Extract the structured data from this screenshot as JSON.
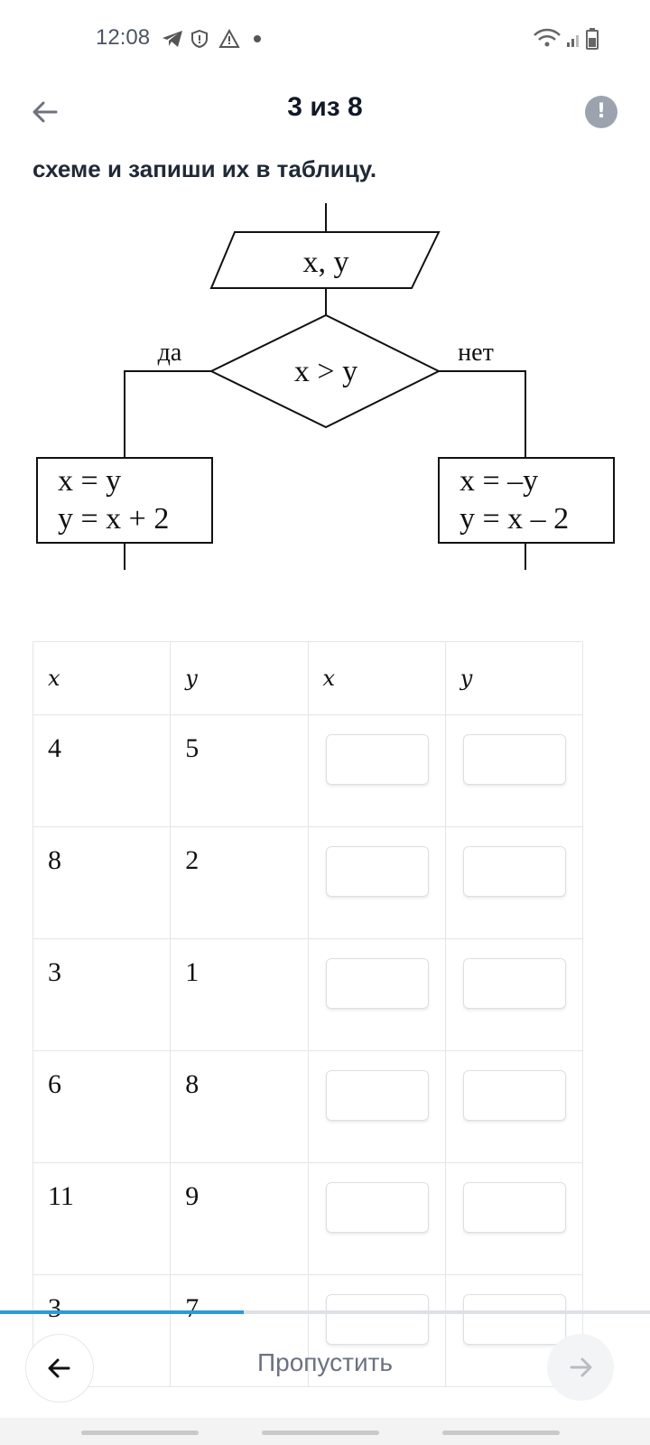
{
  "status_bar": {
    "time": "12:08"
  },
  "header": {
    "title": "3 из 8"
  },
  "question": {
    "instruction": "схеме и запиши их в таблицу."
  },
  "flowchart": {
    "input": "x, y",
    "condition": "x > y",
    "yes_label": "да",
    "no_label": "нет",
    "yes_action": [
      "x = y",
      "y = x + 2"
    ],
    "no_action": [
      "x = –y",
      "y = x – 2"
    ]
  },
  "table": {
    "headers": [
      "x",
      "y",
      "x",
      "y"
    ],
    "rows": [
      {
        "x": "4",
        "y": "5"
      },
      {
        "x": "8",
        "y": "2"
      },
      {
        "x": "3",
        "y": "1"
      },
      {
        "x": "6",
        "y": "8"
      },
      {
        "x": "11",
        "y": "9"
      },
      {
        "x": "3",
        "y": "7"
      }
    ]
  },
  "progress": {
    "fraction": 0.375
  },
  "bottom_nav": {
    "skip_label": "Пропустить"
  },
  "colors": {
    "accent": "#2b9bd6",
    "muted": "#9ca3af"
  }
}
